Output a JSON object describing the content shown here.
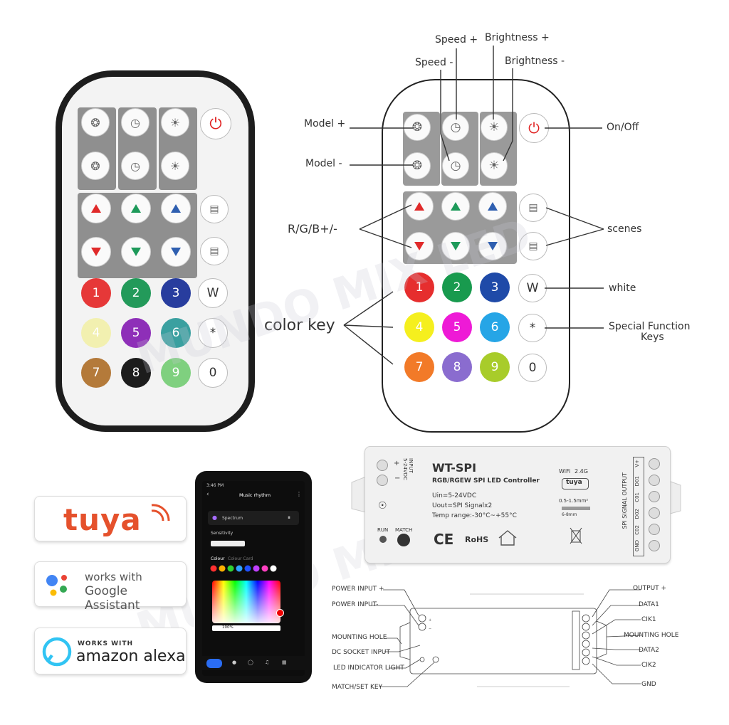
{
  "remote_buttons": {
    "num": [
      "1",
      "2",
      "3",
      "4",
      "5",
      "6",
      "7",
      "8",
      "9",
      "0"
    ],
    "w": "W",
    "star": "*"
  },
  "callouts": {
    "speed_plus": "Speed +",
    "speed_minus": "Speed -",
    "brightness_plus": "Brightness +",
    "brightness_minus": "Brightness -",
    "model_plus": "Model +",
    "model_minus": "Model -",
    "on_off": "On/Off",
    "rgb": "R/G/B+/-",
    "scenes": "scenes",
    "white": "white",
    "color_key": "color key",
    "special_1": "Special Function",
    "special_2": "Keys"
  },
  "badges": {
    "tuya": "tuya",
    "google_1": "works with",
    "google_2": "Google Assistant",
    "alexa_1": "WORKS WITH",
    "alexa_2": "amazon alexa"
  },
  "phone": {
    "time": "3:46 PM",
    "title": "Music rhythm",
    "mode": "Spectrum",
    "sensitivity": "Sensitivity",
    "tab_colour": "Colour",
    "tab_card": "Colour Card",
    "percent": "100%"
  },
  "controller": {
    "model": "WT-SPI",
    "subtitle": "RGB/RGEW SPI LED Controller",
    "uin": "Uin=5-24VDC",
    "uout": "Uout=SPI Signalx2",
    "temp": "Temp range:-30°C~+55°C",
    "wifi": "WiFi",
    "freq": "2.4G",
    "tuya": "tuya",
    "wire": "0.5-1.5mm²",
    "strip": "6-8mm",
    "input": "INPUT",
    "input_v": "5-24VDC",
    "run": "RUN",
    "match": "MATCH",
    "rohs": "RoHS",
    "ce": "CE",
    "output_title": "SPI SIGNAL OUTPUT",
    "terminals": [
      "V+",
      "D01",
      "C01",
      "D02",
      "C02",
      "GND"
    ]
  },
  "wiring": {
    "power_plus": "POWER INPUT +",
    "power_minus": "POWER INPUT-",
    "mounting_hole_l": "MOUNTING HOLE",
    "dc_socket": "DC SOCKET INPUT",
    "led_indicator": "LED INDICATOR LIGHT",
    "match_set": "MATCH/SET KEY",
    "output_plus": "OUTPUT +",
    "data1": "DATA1",
    "clk1": "CIK1",
    "mounting_hole_r": "MOUNTING HOLE",
    "data2": "DATA2",
    "clk2": "CIK2",
    "gnd": "GND"
  },
  "watermark": "MUNDO MIX LED"
}
